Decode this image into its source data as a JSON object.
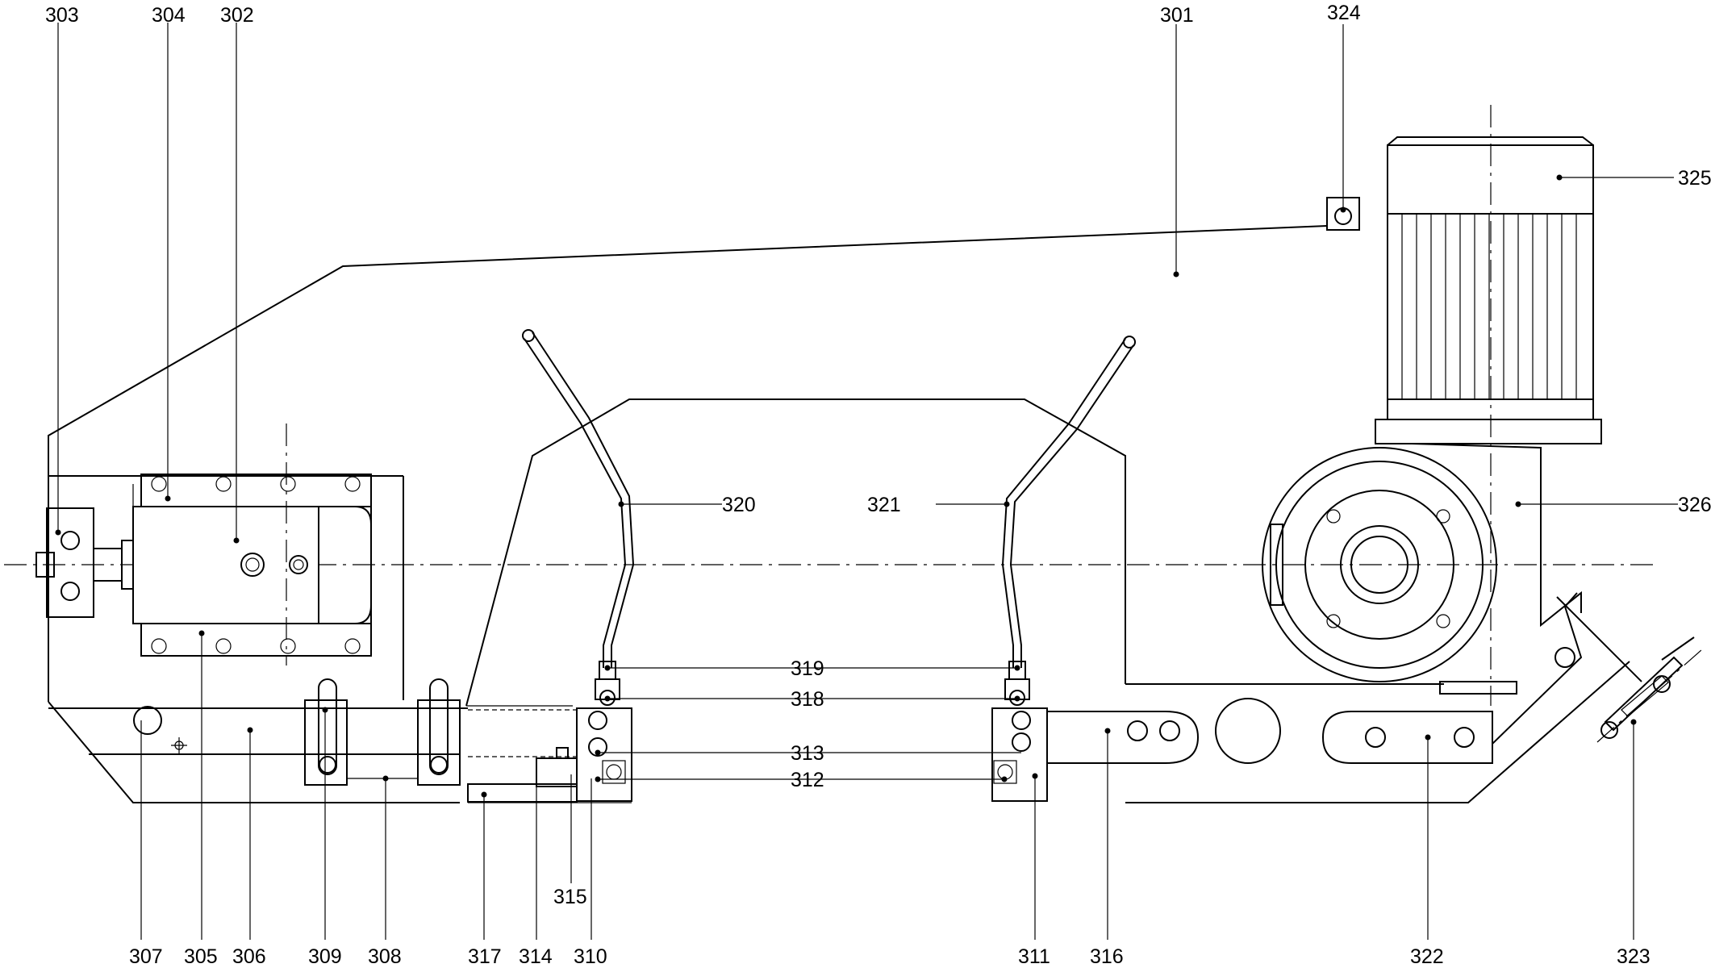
{
  "labels": {
    "l301": "301",
    "l302": "302",
    "l303": "303",
    "l304": "304",
    "l305": "305",
    "l306": "306",
    "l307": "307",
    "l308": "308",
    "l309": "309",
    "l310": "310",
    "l311": "311",
    "l312": "312",
    "l313": "313",
    "l314": "314",
    "l315": "315",
    "l316": "316",
    "l317": "317",
    "l318": "318",
    "l319": "319",
    "l320": "320",
    "l321": "321",
    "l322": "322",
    "l323": "323",
    "l324": "324",
    "l325": "325",
    "l326": "326"
  }
}
